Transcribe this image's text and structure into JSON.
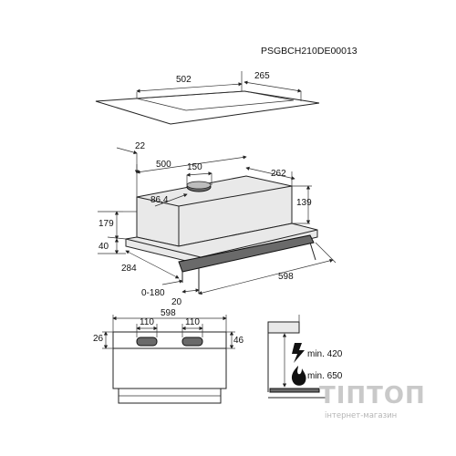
{
  "document": {
    "code": "PSGBCH210DE00013"
  },
  "top_view": {
    "dim_width": "502",
    "dim_depth": "265"
  },
  "iso_view": {
    "dim_22": "22",
    "dim_500": "500",
    "dim_150": "150",
    "dim_262": "262",
    "dim_86_4": "86,4",
    "dim_139": "139",
    "dim_179": "179",
    "dim_40": "40",
    "dim_284": "284",
    "dim_598": "598",
    "dim_0_180": "0-180",
    "dim_20": "20"
  },
  "front_view": {
    "dim_598": "598",
    "dim_110_left": "110",
    "dim_110_right": "110",
    "dim_26": "26",
    "dim_46": "46"
  },
  "clearance": {
    "electric_label": "min. 420",
    "gas_label": "min. 650",
    "electric_icon": "lightning-icon",
    "gas_icon": "flame-icon"
  },
  "watermark": {
    "brand": "ТІПТОП",
    "subtitle": "інтернет-магазин"
  }
}
